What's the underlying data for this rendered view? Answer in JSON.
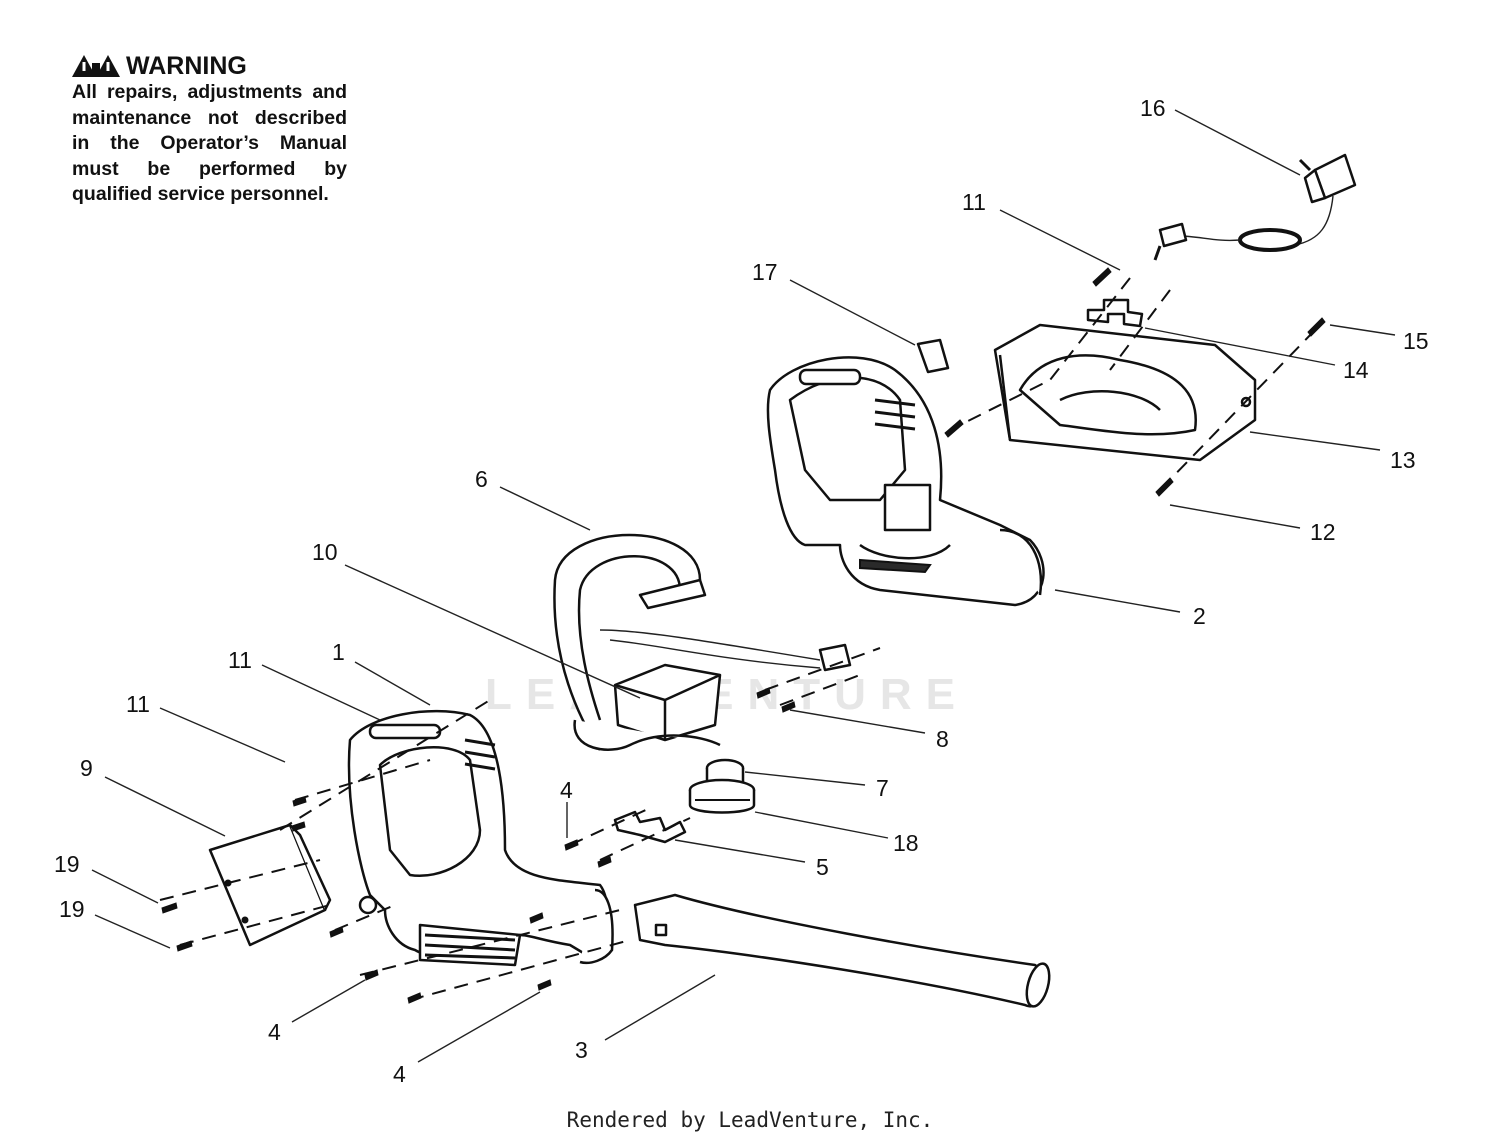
{
  "warning": {
    "title": "WARNING",
    "body": "All repairs, adjustments and maintenance not described in the Operator’s Manual must be performed by qualified service personnel."
  },
  "watermark": "LEADVENTURE",
  "footer": "Rendered by LeadVenture, Inc.",
  "callouts": [
    {
      "id": "c16",
      "text": "16"
    },
    {
      "id": "c11a",
      "text": "11"
    },
    {
      "id": "c17",
      "text": "17"
    },
    {
      "id": "c15",
      "text": "15"
    },
    {
      "id": "c14",
      "text": "14"
    },
    {
      "id": "c13",
      "text": "13"
    },
    {
      "id": "c12",
      "text": "12"
    },
    {
      "id": "c6",
      "text": "6"
    },
    {
      "id": "c10",
      "text": "10"
    },
    {
      "id": "c2",
      "text": "2"
    },
    {
      "id": "c1",
      "text": "1"
    },
    {
      "id": "c11b",
      "text": "11"
    },
    {
      "id": "c11c",
      "text": "11"
    },
    {
      "id": "c8",
      "text": "8"
    },
    {
      "id": "c9",
      "text": "9"
    },
    {
      "id": "c7",
      "text": "7"
    },
    {
      "id": "c4a",
      "text": "4"
    },
    {
      "id": "c18",
      "text": "18"
    },
    {
      "id": "c19a",
      "text": "19"
    },
    {
      "id": "c5",
      "text": "5"
    },
    {
      "id": "c19b",
      "text": "19"
    },
    {
      "id": "c4b",
      "text": "4"
    },
    {
      "id": "c3",
      "text": "3"
    },
    {
      "id": "c4c",
      "text": "4"
    }
  ]
}
